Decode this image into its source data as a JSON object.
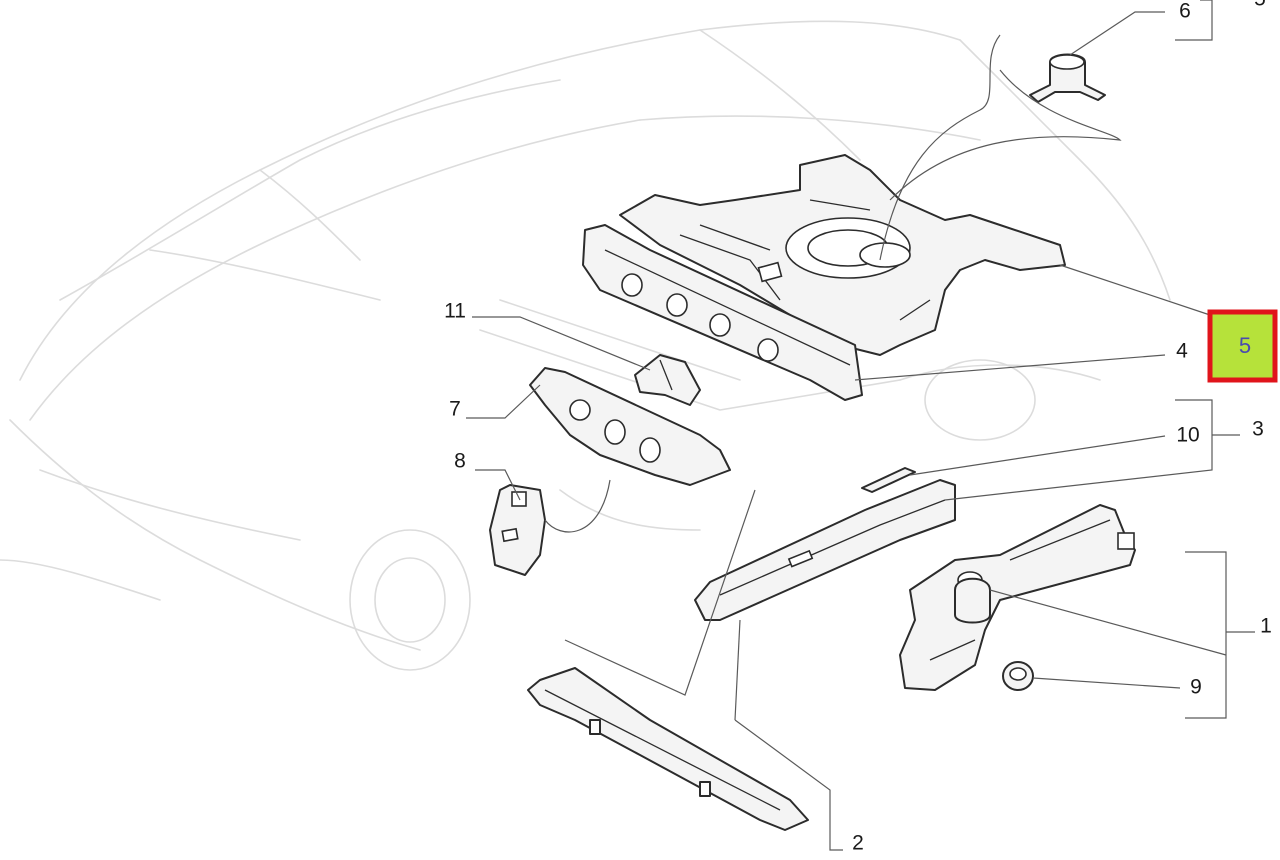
{
  "diagram": {
    "callouts": {
      "c1": "1",
      "c2": "2",
      "c3": "3",
      "c4": "4",
      "c5": "5",
      "c6": "6",
      "c7": "7",
      "c8": "8",
      "c9": "9",
      "c10": "10",
      "c11": "11"
    },
    "highlight": {
      "label": "5",
      "fill_color": "#b6e23a",
      "border_color": "#e0141b"
    }
  }
}
